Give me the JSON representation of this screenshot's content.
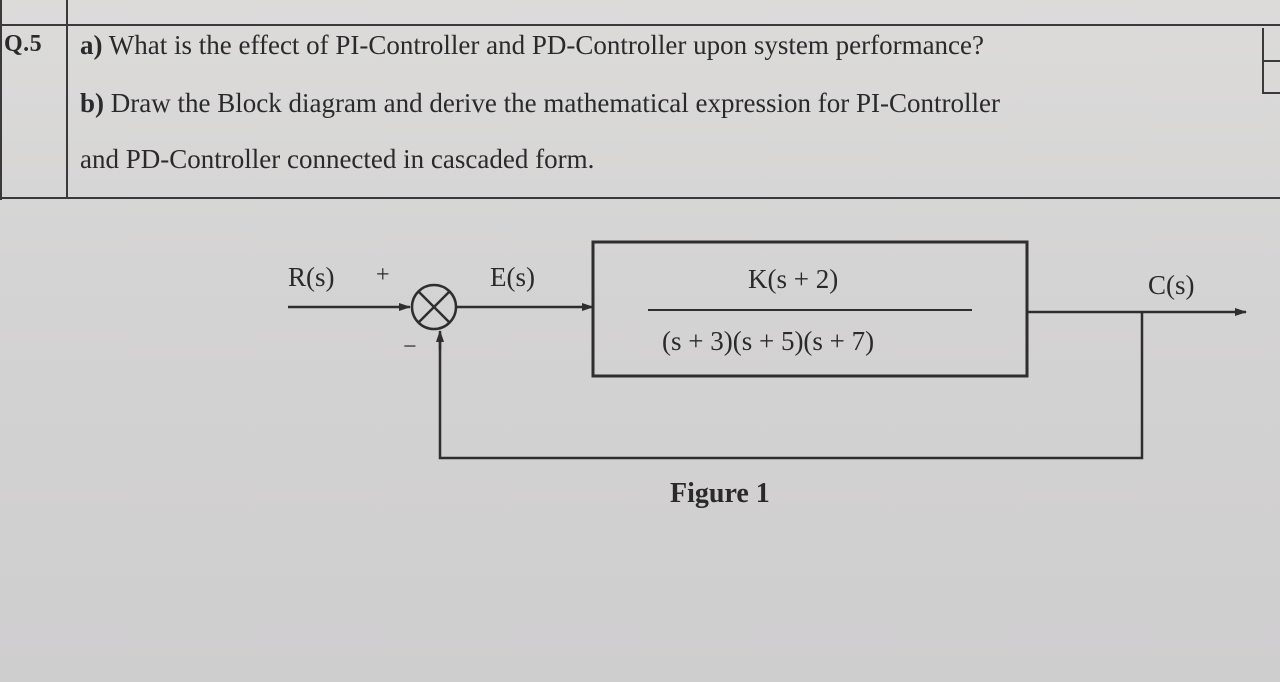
{
  "question": {
    "number": "Q.5",
    "part_a": {
      "label": "a)",
      "text": "What is the effect of PI-Controller and PD-Controller upon system performance?"
    },
    "part_b": {
      "label": "b)",
      "text_line1": "Draw the Block diagram and derive the mathematical expression for PI-Controller",
      "text_line2": "and PD-Controller connected in cascaded form."
    }
  },
  "figure": {
    "input": "R(s)",
    "plus_sign": "+",
    "minus_sign": "−",
    "error": "E(s)",
    "numerator": "K(s + 2)",
    "denominator": "(s + 3)(s + 5)(s + 7)",
    "output": "C(s)",
    "caption": "Figure 1"
  }
}
